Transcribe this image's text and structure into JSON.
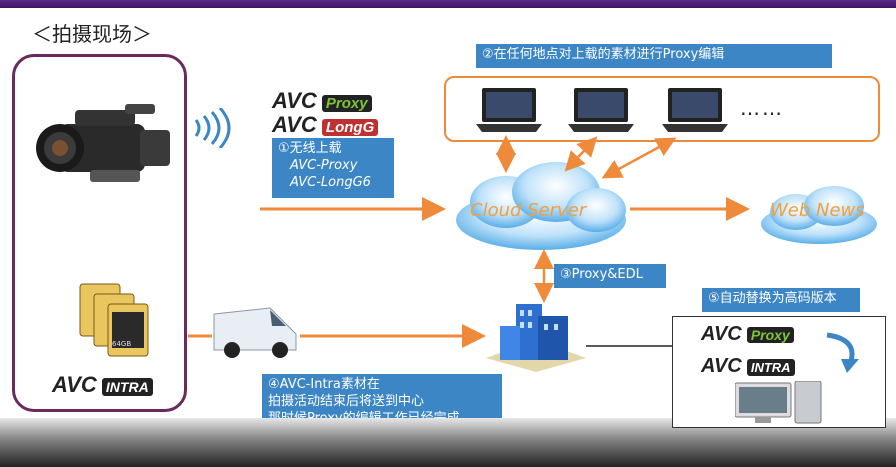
{
  "title": "＜拍摄现场＞",
  "logos": {
    "avc_proxy": {
      "avc": "AVC",
      "tag": "Proxy"
    },
    "avc_longg": {
      "avc": "AVC",
      "tag": "LongG"
    },
    "avc_intra": {
      "avc": "AVC",
      "tag": "INTRA"
    }
  },
  "labels": {
    "step1": {
      "line1": "①无线上载",
      "line2": "AVC-Proxy",
      "line3": "AVC-LongG6"
    },
    "step2": "②在任何地点对上载的素材进行Proxy编辑",
    "step3": "③Proxy&EDL",
    "step4": {
      "line1": "④AVC-Intra素材在",
      "line2": "拍摄活动结束后将送到中心",
      "line3": "那时候Proxy的编辑工作已经完成"
    },
    "step5": "⑤自动替换为高码版本"
  },
  "cloud_server": "Cloud Server",
  "web_news": "Web News",
  "ellipsis": "……",
  "card_label": "64GB",
  "colors": {
    "accent_blue": "#3d86c6",
    "orange": "#ee8a3a",
    "frame_purple": "#6b2a5e"
  }
}
